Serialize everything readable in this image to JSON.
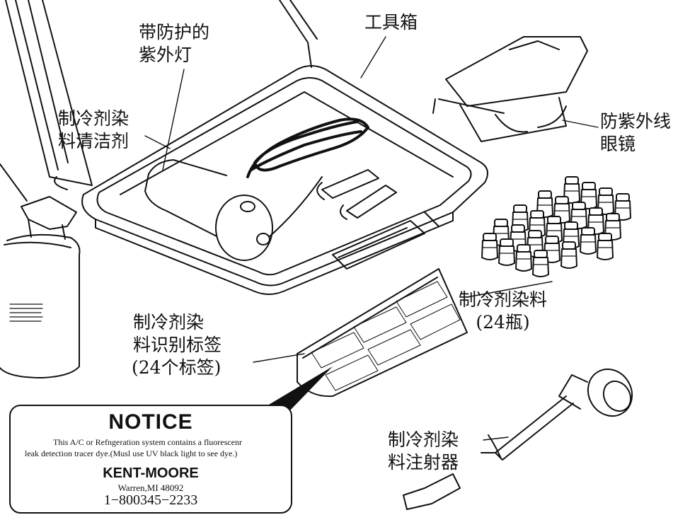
{
  "labels": {
    "uv_lamp": [
      "带防护的",
      "紫外灯"
    ],
    "toolbox": "工具箱",
    "dye_cleaner": [
      "制冷剂染",
      "料清洁剂"
    ],
    "uv_goggles": [
      "防紫外线",
      "眼镜"
    ],
    "dye_bottles": [
      "制冷剂染料",
      "(24瓶)"
    ],
    "id_labels": [
      "制冷剂染",
      "料识别标签",
      "(24个标签)"
    ],
    "dye_injector": [
      "制冷剂染",
      "料注射器"
    ]
  },
  "notice": {
    "title": "NOTICE",
    "body_line1": "This A/C or Refngeration system contains a fluorescenr",
    "body_rest": "leak detection tracer dye.(Musl use UV black light to see dye.)",
    "brand": "KENT-MOORE",
    "city": "Warren,MI 48092",
    "phone": "1−800345−2233"
  }
}
